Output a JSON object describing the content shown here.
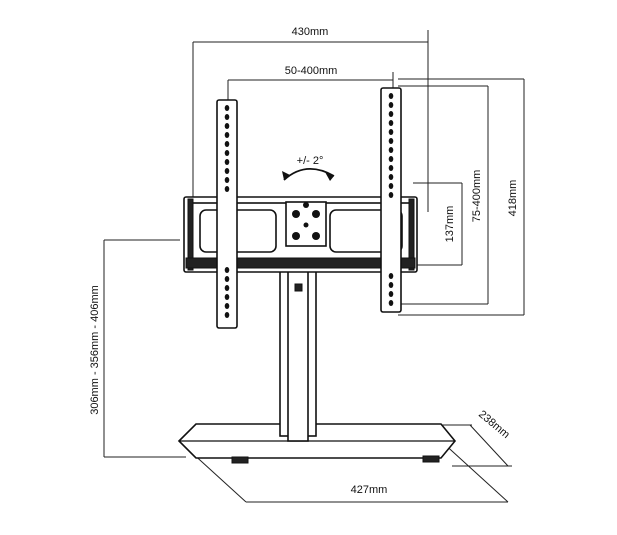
{
  "diagram": {
    "labels": {
      "overall_width": "430mm",
      "vesa_width": "50-400mm",
      "tilt": "+/- 2°",
      "bracket_height": "137mm",
      "vesa_height": "75-400mm",
      "overall_height": "418mm",
      "pole_height": "306mm - 356mm - 406mm",
      "base_depth": "238mm",
      "base_width": "427mm"
    },
    "colors": {
      "line": "#111111",
      "fill": "#ffffff",
      "dark": "#222222"
    }
  }
}
